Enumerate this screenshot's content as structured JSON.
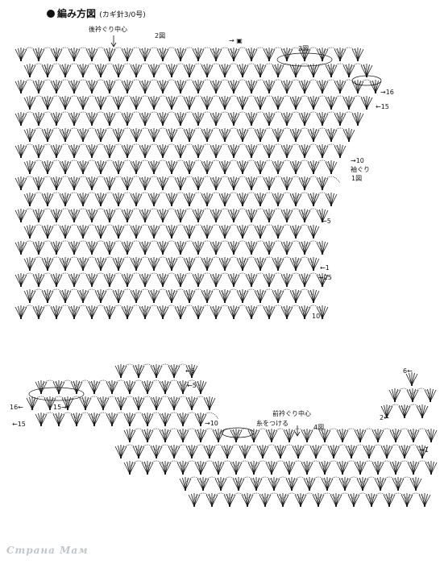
{
  "title": {
    "main": "編み方図",
    "sub": "(カギ針3/0号)"
  },
  "labels": {
    "back_neck_center": "後衿ぐり中心",
    "fig2": "2図",
    "fig3": "3図",
    "fig1": "1図",
    "fig4": "4図",
    "armhole": "袖ぐり",
    "arrow_box": "→ ▣",
    "r16": "→16",
    "r15": "←15",
    "r10": "→10",
    "r5": "←5",
    "r1": "←1",
    "r25": "→25",
    "r10b": "10",
    "l6": "←6",
    "l5": "←5",
    "l16": "16←",
    "l15": "15→",
    "l15b": "←15",
    "l10": "→10",
    "front_neck_center": "前衿ぐり中心",
    "attach_yarn": "糸をつける",
    "l6r": "6←",
    "l2r": "2←",
    "l1r": "→1"
  },
  "watermark": "Страна Мам"
}
